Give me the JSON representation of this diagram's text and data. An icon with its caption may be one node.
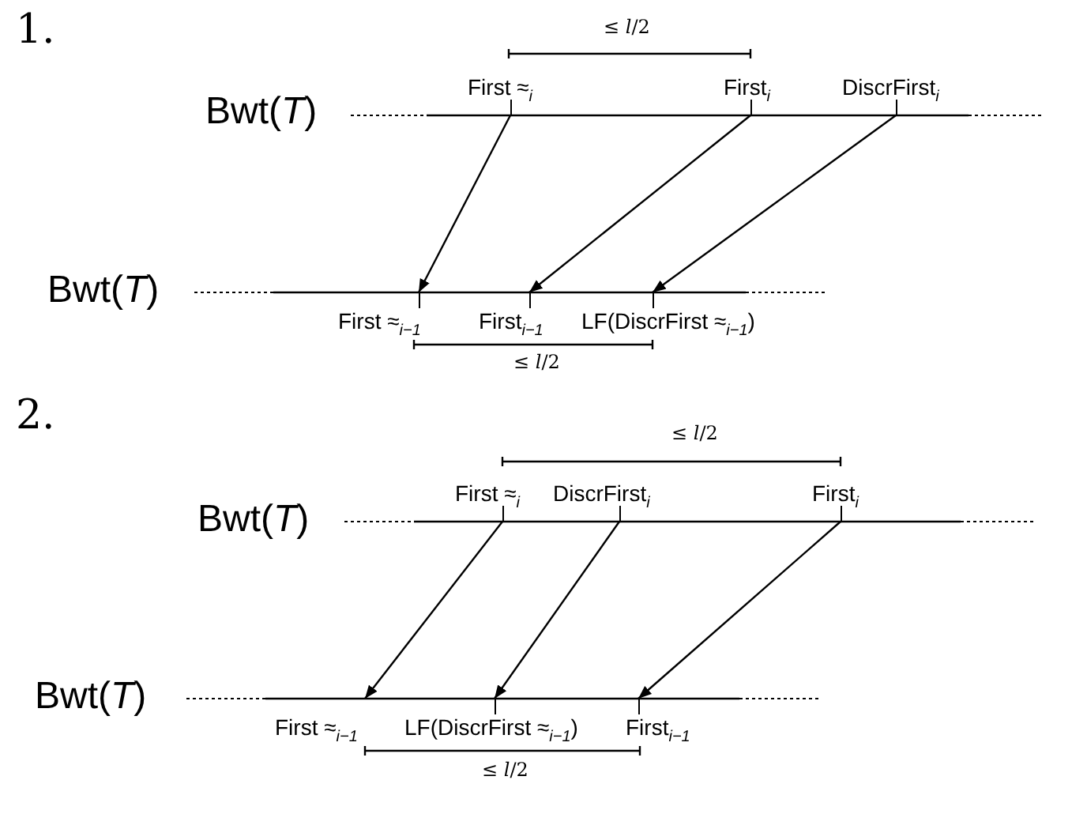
{
  "diagram": {
    "nodes": [
      {
        "text": [
          "First ≈$_{i}$"
        ]
      },
      {
        "text": [
          "First$_{i}$"
        ]
      },
      {
        "text": [
          "DiscrFirst$_{i}$"
        ]
      },
      {
        "text": [
          "First ≈$_{i−1}$"
        ]
      },
      {
        "text": [
          "First$_{i−1}$"
        ]
      },
      {
        "text": [
          "LF(DiscrFirst ≈$_{i−1}$)"
        ]
      },
      {
        "text": [
          "First ≈$_{i}$"
        ]
      },
      {
        "text": [
          "DiscrFirst$_{i}$"
        ]
      },
      {
        "text": [
          "First$_{i}$"
        ]
      },
      {
        "text": [
          "First ≈$_{i−1}$"
        ]
      },
      {
        "text": [
          "LF(DiscrFirst ≈$_{i−1}$)"
        ]
      },
      {
        "text": [
          "First$_{i−1}$"
        ]
      }
    ],
    "edges": [
      {
        "from": 0,
        "to": 3,
        "arrow": "to"
      },
      {
        "from": 1,
        "to": 4,
        "arrow": "to"
      },
      {
        "from": 2,
        "to": 5,
        "arrow": "to"
      },
      {
        "from": 6,
        "to": 9,
        "arrow": "to"
      },
      {
        "from": 7,
        "to": 10,
        "arrow": "to"
      },
      {
        "from": 8,
        "to": 11,
        "arrow": "to"
      }
    ],
    "labels": [
      "1.",
      "≤ *l*/2",
      "Bwt(*T*)",
      "Bwt(*T*)",
      "≤ *l*/2",
      "2.",
      "≤ *l*/2",
      "Bwt(*T*)",
      "Bwt(*T*)",
      "≤ *l*/2"
    ]
  }
}
